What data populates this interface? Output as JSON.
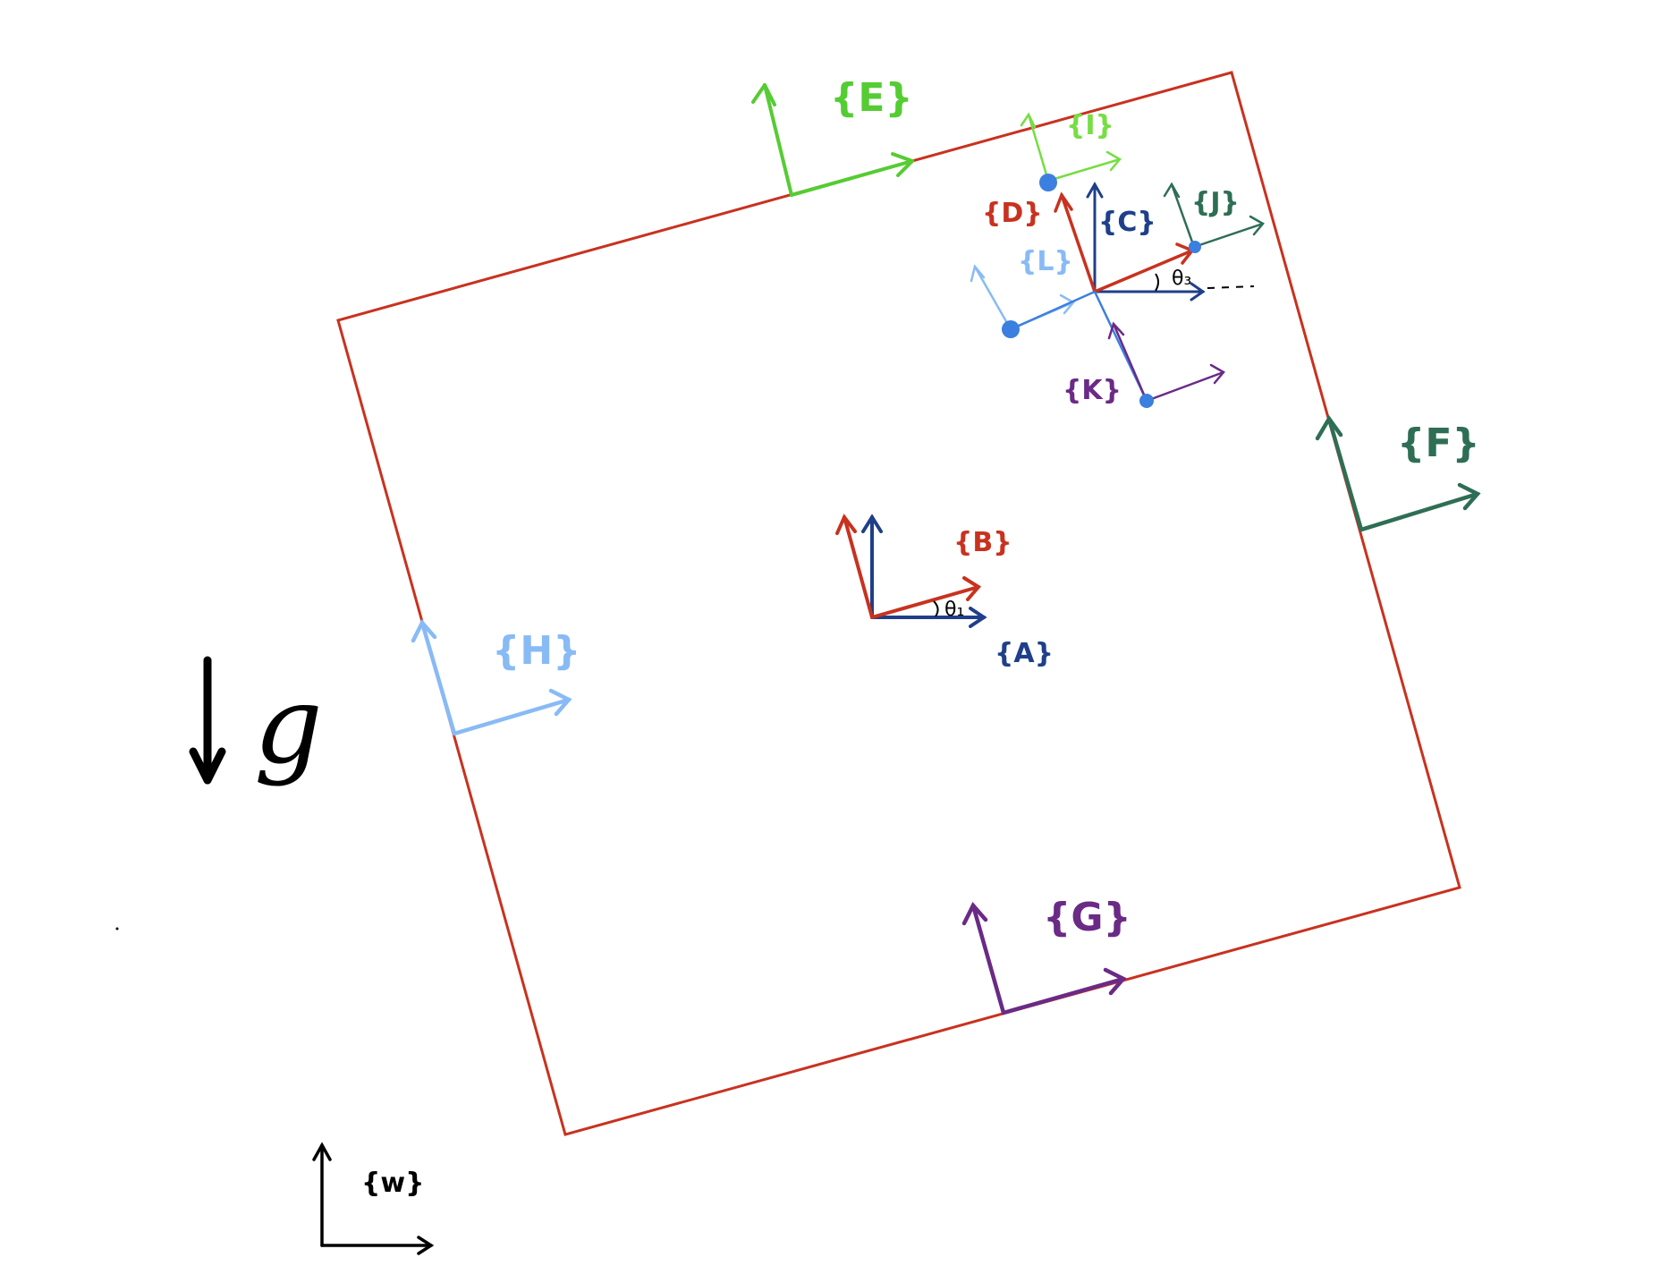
{
  "colors": {
    "body_outline": "#c8321f",
    "bright_green": "#55cc33",
    "light_green": "#77dd44",
    "dark_green": "#2e6e55",
    "navy": "#1f3f8a",
    "red": "#c8321f",
    "light_blue": "#88bbf5",
    "blue_dot": "#3b7fe0",
    "purple": "#6a2a86",
    "black": "#000000"
  },
  "labels": {
    "frame_E": "{E}",
    "frame_I": "{I}",
    "frame_D": "{D}",
    "frame_C": "{C}",
    "frame_J": "{J}",
    "frame_L": "{L}",
    "frame_K": "{K}",
    "frame_F": "{F}",
    "frame_B": "{B}",
    "frame_A": "{A}",
    "frame_H": "{H}",
    "frame_G": "{G}",
    "frame_W": "{w}",
    "theta_1": "θ₁",
    "theta_3": "θ₃",
    "gravity": "g"
  }
}
